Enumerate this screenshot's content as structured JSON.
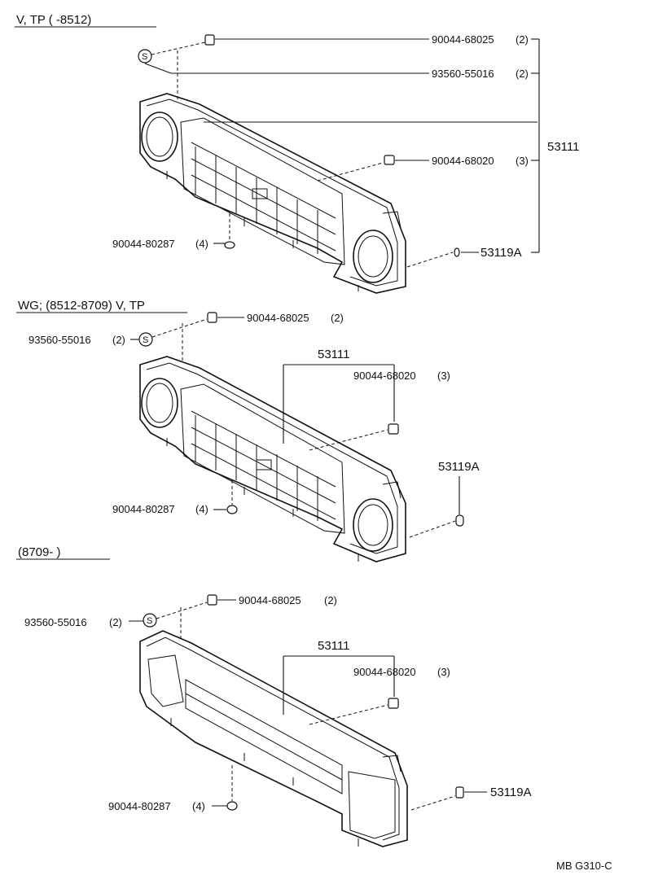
{
  "diagram_code": "MB G310-C",
  "sections": [
    {
      "header": "V, TP (        -8512)",
      "labels": {
        "clip_top": "90044-68025",
        "clip_top_qty": "(2)",
        "screw": "93560-55016",
        "screw_qty": "(2)",
        "clip_mid": "90044-68020",
        "clip_mid_qty": "(3)",
        "clip_bot": "90044-80287",
        "clip_bot_qty": "(4)",
        "grille": "53111",
        "emblem": "53119A"
      }
    },
    {
      "header": "WG; (8512-8709) V, TP",
      "labels": {
        "clip_top": "90044-68025",
        "clip_top_qty": "(2)",
        "screw": "93560-55016",
        "screw_qty": "(2)",
        "clip_mid": "90044-68020",
        "clip_mid_qty": "(3)",
        "clip_bot": "90044-80287",
        "clip_bot_qty": "(4)",
        "grille": "53111",
        "emblem": "53119A"
      }
    },
    {
      "header": "(8709-          )",
      "labels": {
        "clip_top": "90044-68025",
        "clip_top_qty": "(2)",
        "screw": "93560-55016",
        "screw_qty": "(2)",
        "clip_mid": "90044-68020",
        "clip_mid_qty": "(3)",
        "clip_bot": "90044-80287",
        "clip_bot_qty": "(4)",
        "grille": "53111",
        "emblem": "53119A"
      }
    }
  ]
}
